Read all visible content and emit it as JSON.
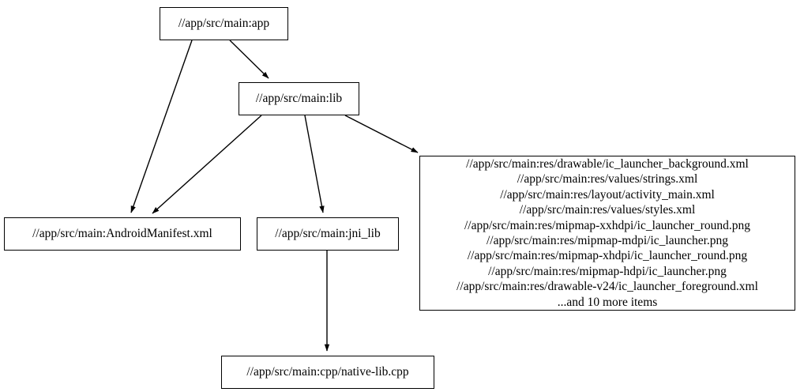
{
  "graph": {
    "type": "directed-dependency-graph",
    "background_color": "#ffffff",
    "node_border_color": "#000000",
    "edge_color": "#000000",
    "text_color": "#000000",
    "nodes": [
      {
        "id": "app",
        "label": "//app/src/main:app"
      },
      {
        "id": "lib",
        "label": "//app/src/main:lib"
      },
      {
        "id": "manifest",
        "label": "//app/src/main:AndroidManifest.xml"
      },
      {
        "id": "jni_lib",
        "label": "//app/src/main:jni_lib"
      },
      {
        "id": "resources",
        "label": "//app/src/main:res/drawable/ic_launcher_background.xml\n//app/src/main:res/values/strings.xml\n//app/src/main:res/layout/activity_main.xml\n//app/src/main:res/values/styles.xml\n//app/src/main:res/mipmap-xxhdpi/ic_launcher_round.png\n//app/src/main:res/mipmap-mdpi/ic_launcher.png\n//app/src/main:res/mipmap-xhdpi/ic_launcher_round.png\n//app/src/main:res/mipmap-hdpi/ic_launcher.png\n//app/src/main:res/drawable-v24/ic_launcher_foreground.xml\n...and 10 more items",
        "lines": [
          "//app/src/main:res/drawable/ic_launcher_background.xml",
          "//app/src/main:res/values/strings.xml",
          "//app/src/main:res/layout/activity_main.xml",
          "//app/src/main:res/values/styles.xml",
          "//app/src/main:res/mipmap-xxhdpi/ic_launcher_round.png",
          "//app/src/main:res/mipmap-mdpi/ic_launcher.png",
          "//app/src/main:res/mipmap-xhdpi/ic_launcher_round.png",
          "//app/src/main:res/mipmap-hdpi/ic_launcher.png",
          "//app/src/main:res/drawable-v24/ic_launcher_foreground.xml",
          "...and 10 more items"
        ],
        "overflow_note": "...and 10 more items"
      },
      {
        "id": "native_lib",
        "label": "//app/src/main:cpp/native-lib.cpp"
      }
    ],
    "edges": [
      {
        "from": "app",
        "to": "lib"
      },
      {
        "from": "app",
        "to": "manifest"
      },
      {
        "from": "lib",
        "to": "manifest"
      },
      {
        "from": "lib",
        "to": "jni_lib"
      },
      {
        "from": "lib",
        "to": "resources"
      },
      {
        "from": "jni_lib",
        "to": "native_lib"
      }
    ]
  }
}
